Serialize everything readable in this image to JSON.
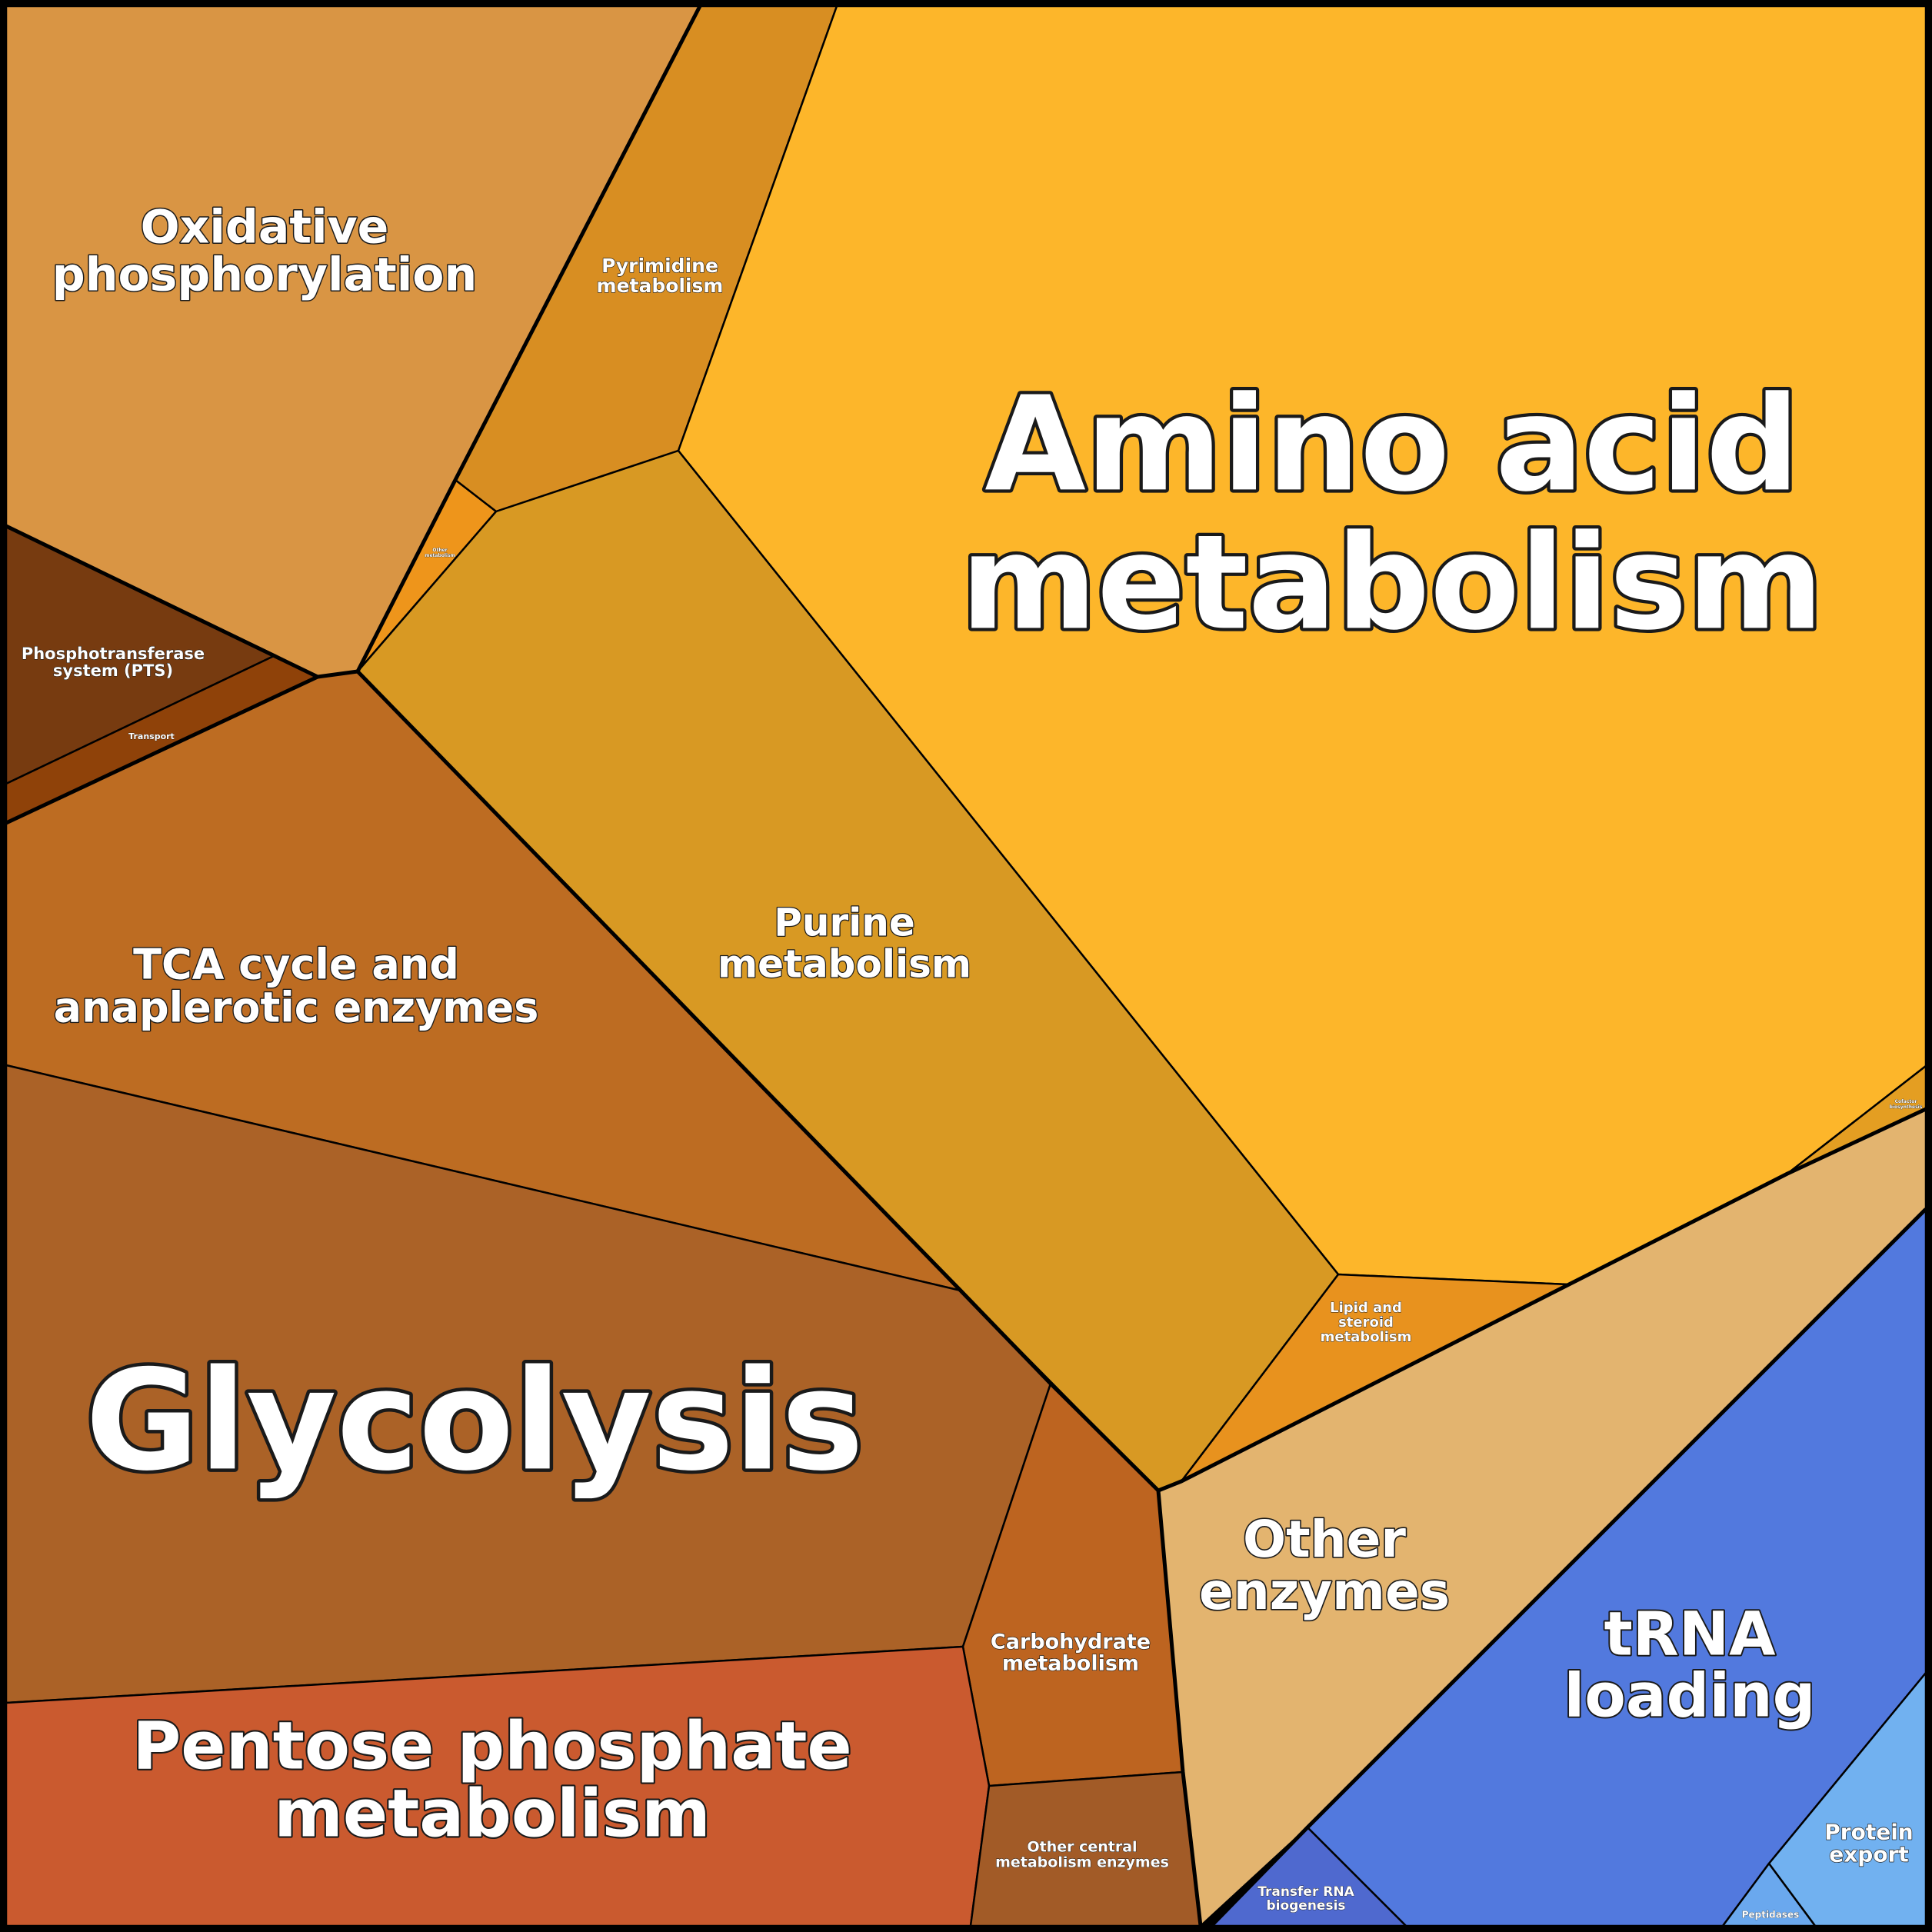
{
  "chart_data": {
    "type": "voronoi-treemap",
    "cells": [
      {
        "id": "oxidative-phosphorylation",
        "label": [
          "Oxidative",
          "phosphorylation"
        ],
        "color": "#D99544"
      },
      {
        "id": "pyrimidine-metabolism",
        "label": [
          "Pyrimidine",
          "metabolism"
        ],
        "color": "#D88E22"
      },
      {
        "id": "amino-acid-metabolism",
        "label": [
          "Amino acid",
          "metabolism"
        ],
        "color": "#FDB62A"
      },
      {
        "id": "other-metabolism-small",
        "label": [
          "Other",
          "metabolism"
        ],
        "color": "#EE951B"
      },
      {
        "id": "phosphotransferase-system",
        "label": [
          "Phosphotransferase",
          "system (PTS)"
        ],
        "color": "#773B10"
      },
      {
        "id": "transport",
        "label": [
          "Transport"
        ],
        "color": "#8F4209"
      },
      {
        "id": "purine-metabolism",
        "label": [
          "Purine",
          "metabolism"
        ],
        "color": "#D89923"
      },
      {
        "id": "tca-cycle",
        "label": [
          "TCA cycle and",
          "anaplerotic enzymes"
        ],
        "color": "#BD6C22"
      },
      {
        "id": "glycolysis",
        "label": [
          "Glycolysis"
        ],
        "color": "#AB6227"
      },
      {
        "id": "cofactor-biosynthesis-small",
        "label": [
          "Cofactor",
          "biosynthesis"
        ],
        "color": "#E49E22"
      },
      {
        "id": "lipid-steroid-metabolism",
        "label": [
          "Lipid and",
          "steroid",
          "metabolism"
        ],
        "color": "#E8921E"
      },
      {
        "id": "other-enzymes",
        "label": [
          "Other",
          "enzymes"
        ],
        "color": "#E3B46F"
      },
      {
        "id": "carbohydrate-metabolism",
        "label": [
          "Carbohydrate",
          "metabolism"
        ],
        "color": "#BD6420"
      },
      {
        "id": "pentose-phosphate-metabolism",
        "label": [
          "Pentose phosphate",
          "metabolism"
        ],
        "color": "#CA5A2F"
      },
      {
        "id": "other-central-metabolism-enzymes",
        "label": [
          "Other central",
          "metabolism enzymes"
        ],
        "color": "#A25B27"
      },
      {
        "id": "trna-loading",
        "label": [
          "tRNA",
          "loading"
        ],
        "color": "#5279DE"
      },
      {
        "id": "transfer-rna-biogenesis",
        "label": [
          "Transfer RNA",
          "biogenesis"
        ],
        "color": "#4F69CF"
      },
      {
        "id": "protein-export",
        "label": [
          "Protein",
          "export"
        ],
        "color": "#71B1F0"
      },
      {
        "id": "peptidases",
        "label": [
          "Peptidases"
        ],
        "color": "#6AA8EE"
      }
    ]
  }
}
